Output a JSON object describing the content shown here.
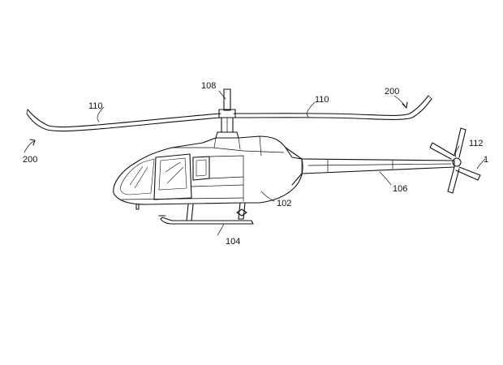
{
  "figure": {
    "labels": {
      "mast": "108",
      "blade_left": "110",
      "blade_right": "110",
      "tip_left": "200",
      "tip_right": "200",
      "fuselage": "102",
      "skid": "104",
      "tail_boom": "106",
      "tail_rotor": "112",
      "tail_rotor_edge": "1"
    }
  }
}
